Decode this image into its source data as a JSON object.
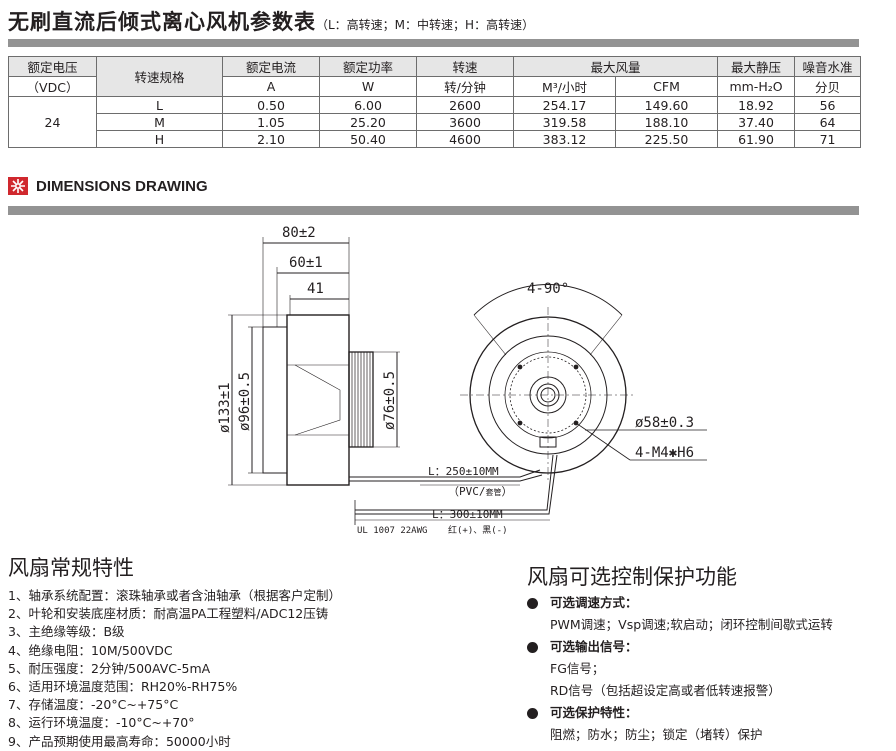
{
  "header": {
    "title": "无刷直流后倾式离心风机参数表",
    "note": "（L：高转速；M：中转速；H：高转速）"
  },
  "spec_table": {
    "col_voltage": "额定电压",
    "col_voltage_unit": "（VDC）",
    "col_speed_spec": "转速规格",
    "col_current": "额定电流",
    "col_current_unit": "A",
    "col_power": "额定功率",
    "col_power_unit": "W",
    "col_rpm": "转速",
    "col_rpm_unit": "转/分钟",
    "col_airflow": "最大风量",
    "col_airflow_unit_m3": "M³/小时",
    "col_airflow_unit_cfm": "CFM",
    "col_pressure": "最大静压",
    "col_pressure_unit": "mm-H₂O",
    "col_noise": "噪音水准",
    "col_noise_unit": "分贝",
    "voltage": "24",
    "rows": [
      {
        "spec": "L",
        "current": "0.50",
        "power": "6.00",
        "rpm": "2600",
        "m3h": "254.17",
        "cfm": "149.60",
        "pressure": "18.92",
        "noise": "56"
      },
      {
        "spec": "M",
        "current": "1.05",
        "power": "25.20",
        "rpm": "3600",
        "m3h": "319.58",
        "cfm": "188.10",
        "pressure": "37.40",
        "noise": "64"
      },
      {
        "spec": "H",
        "current": "2.10",
        "power": "50.40",
        "rpm": "4600",
        "m3h": "383.12",
        "cfm": "225.50",
        "pressure": "61.90",
        "noise": "71"
      }
    ]
  },
  "dimensions": {
    "title": "DIMENSIONS DRAWING",
    "d_80": "80±2",
    "d_60": "60±1",
    "d_41": "41",
    "d_133": "ø133±1",
    "d_96": "ø96±0.5",
    "d_76": "ø76±0.5",
    "d_angle": "4-90°",
    "d_58": "ø58±0.3",
    "d_m4": "4-M4✱H6",
    "d_l250": "L：250±10MM",
    "d_pvc": "（PVC/",
    "d_pvc_small": "套管",
    "d_pvc_end": "）",
    "d_l300": "L：300±10MM",
    "d_wire": "UL 1007 22AWG",
    "d_wire_colors": "红(+)、黑(-)"
  },
  "features": {
    "title": "风扇常规特性",
    "items": [
      "1、轴承系统配置：滚珠轴承或者含油轴承（根据客户定制）",
      "2、叶轮和安装底座材质：耐高温PA工程塑料/ADC12压铸",
      "3、主绝缘等级：B级",
      "4、绝缘电阻：10M/500VDC",
      "5、耐压强度：2分钟/500AVC-5mA",
      "6、适用环境温度范围：RH20%-RH75%",
      "7、存储温度：-20°C~+75°C",
      "8、运行环境温度：-10°C~+70°",
      "9、产品预期使用最高寿命：50000小时"
    ]
  },
  "options": {
    "title": "风扇可选控制保护功能",
    "groups": [
      {
        "heading": "可选调速方式：",
        "lines": [
          "PWM调速；Vsp调速;软启动；闭环控制间歇式运转"
        ]
      },
      {
        "heading": "可选输出信号：",
        "lines": [
          "FG信号；",
          "RD信号（包括超设定高或者低转速报警）"
        ]
      },
      {
        "heading": "可选保护特性：",
        "lines": [
          "阻燃；防水；防尘；锁定（堵转）保护"
        ]
      }
    ]
  }
}
